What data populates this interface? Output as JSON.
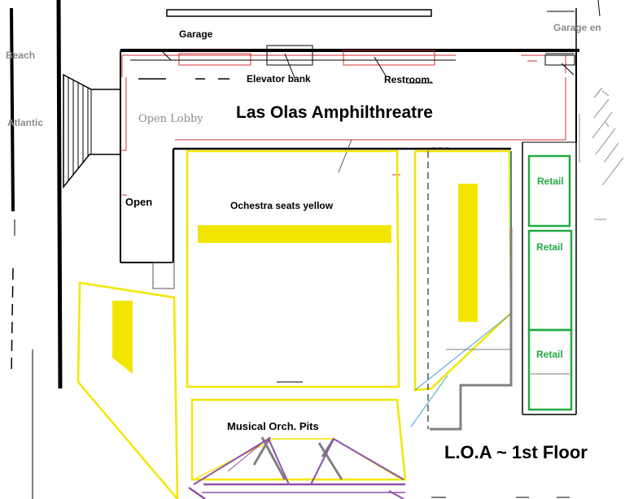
{
  "labels": {
    "beach": "Beach",
    "atlantic": "Atlantic",
    "garage": "Garage",
    "garage_entrance": "Garage en",
    "elevator_bank": "Elevator bank",
    "restroom": "Restroom.",
    "title": "Las Olas Amphilthreatre",
    "open_lobby": "Open Lobby",
    "open": "Open",
    "orchestra": "Ochestra seats yellow",
    "retail_1": "Retail",
    "retail_2": "Retail",
    "retail_3": "Retail",
    "pits": "Musical Orch. Pits",
    "floor": "L.O.A ~ 1st Floor"
  },
  "colors": {
    "seating": "#f2e600",
    "retail": "#22aa44",
    "wall": "#000000",
    "lobby_outline": "#d03030",
    "pit": "#9050a8",
    "secondary": "#8c8c8c"
  }
}
